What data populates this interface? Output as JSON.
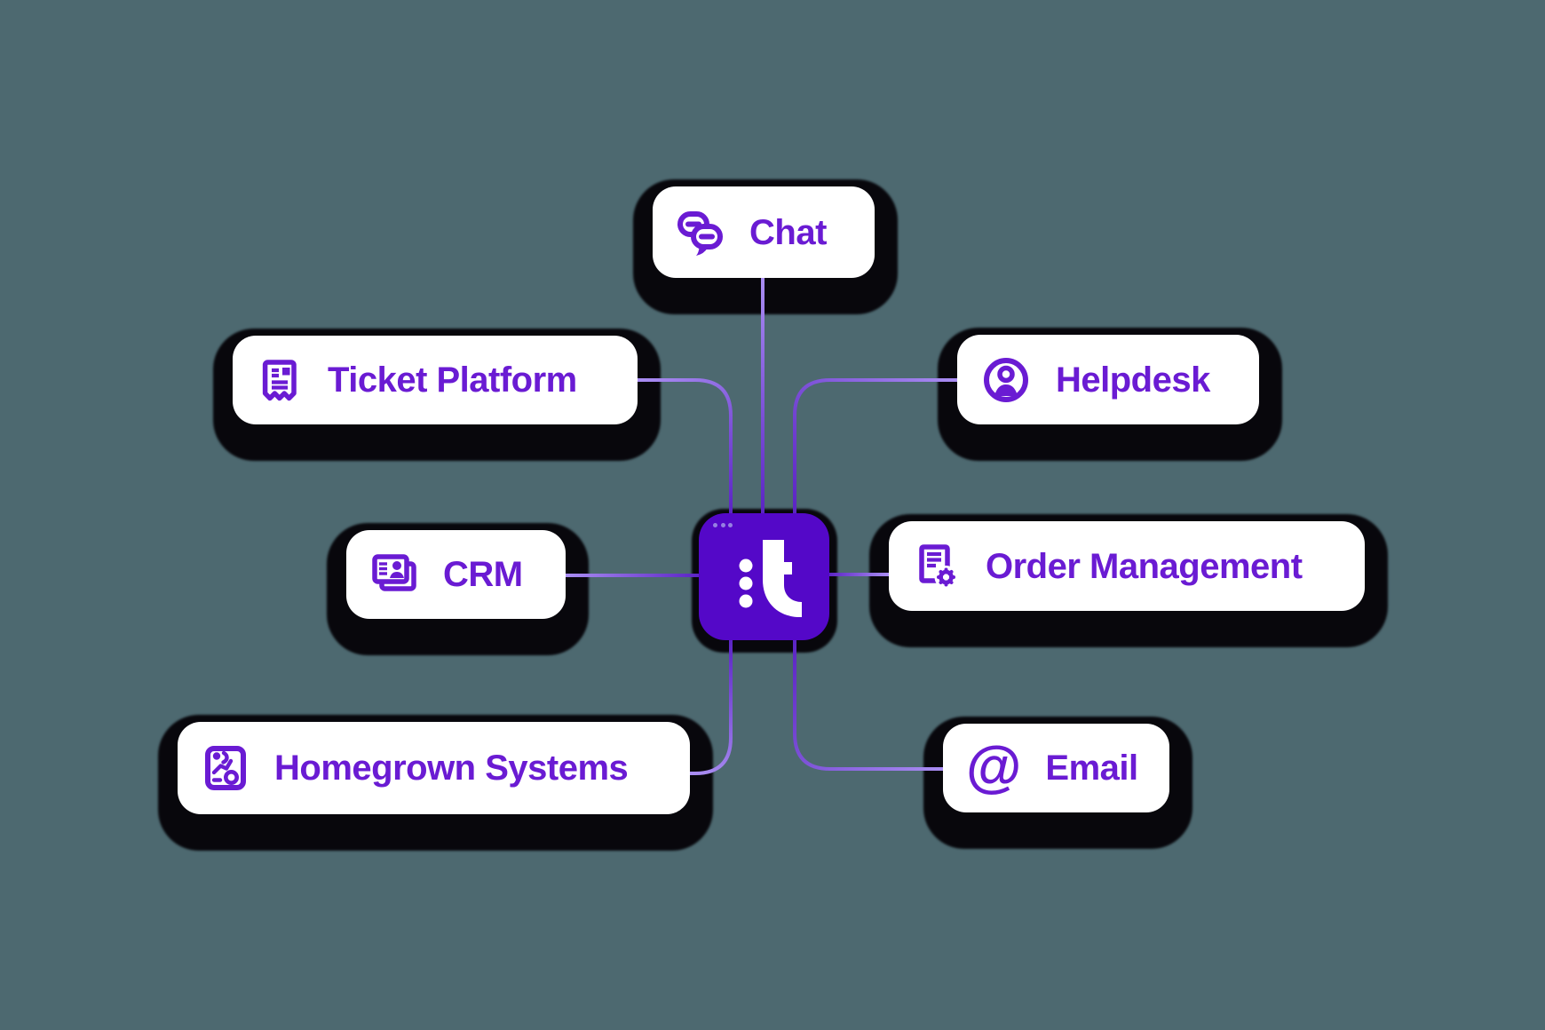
{
  "diagram": {
    "title": "Integrations hub diagram",
    "center": {
      "logo_letter": "t",
      "window_dots_count": 3
    },
    "nodes": [
      {
        "id": "chat",
        "label": "Chat",
        "icon": "chat-bubbles-icon"
      },
      {
        "id": "ticket-platform",
        "label": "Ticket Platform",
        "icon": "receipt-ticket-icon"
      },
      {
        "id": "helpdesk",
        "label": "Helpdesk",
        "icon": "user-circle-icon"
      },
      {
        "id": "crm",
        "label": "CRM",
        "icon": "contact-card-icon"
      },
      {
        "id": "order-management",
        "label": "Order Management",
        "icon": "document-gear-icon"
      },
      {
        "id": "homegrown-systems",
        "label": "Homegrown Systems",
        "icon": "circuit-board-icon"
      },
      {
        "id": "email",
        "label": "Email",
        "icon": "at-sign-icon",
        "glyph": "@"
      }
    ],
    "colors": {
      "background": "#4D6970",
      "node_background": "#FFFFFF",
      "node_shadow": "#08070C",
      "accent_text": "#6A1BD3",
      "icon_stroke": "#6A1BD3",
      "center_background": "#5408C8",
      "center_logo": "#FFFFFF",
      "window_dots": "#9680E2",
      "connector_light": "#A98DF2",
      "connector_dark": "#5B24C4"
    }
  }
}
